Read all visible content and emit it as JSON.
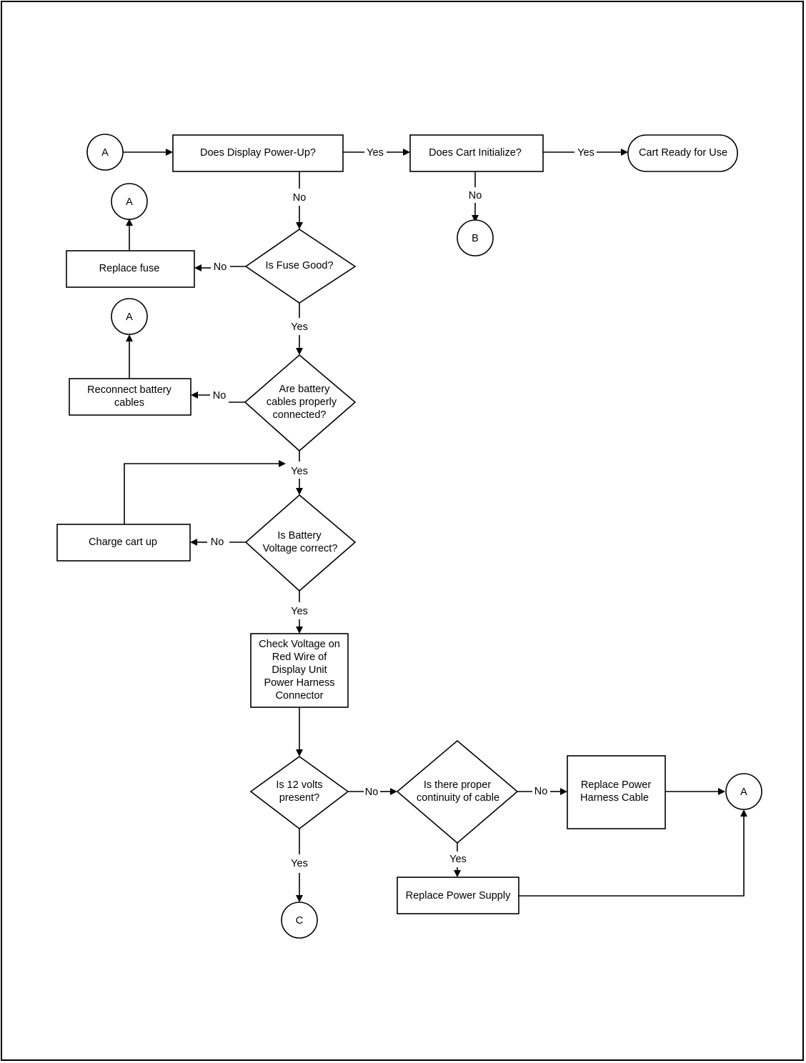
{
  "connectors": {
    "a": "A",
    "b": "B",
    "c": "C"
  },
  "nodes": {
    "display_powerup": "Does Display Power-Up?",
    "cart_initialize": "Does Cart Initialize?",
    "cart_ready": "Cart Ready for Use",
    "fuse_good": "Is Fuse Good?",
    "replace_fuse": "Replace fuse",
    "battery_cables": [
      "Are battery",
      "cables properly",
      "connected?"
    ],
    "reconnect_cables": [
      "Reconnect battery",
      "cables"
    ],
    "battery_voltage": [
      "Is Battery",
      "Voltage correct?"
    ],
    "charge_cart": "Charge cart up",
    "check_voltage": [
      "Check Voltage on",
      "Red Wire  of",
      "Display Unit",
      "Power Harness",
      "Connector"
    ],
    "twelve_volts": [
      "Is  12 volts",
      "present?"
    ],
    "continuity": [
      "Is there proper",
      "continuity of cable"
    ],
    "replace_harness": [
      "Replace Power",
      "Harness Cable"
    ],
    "replace_supply": "Replace Power Supply"
  },
  "edge_labels": {
    "yes": "Yes",
    "no": "No"
  },
  "colors": {
    "line": "#000000",
    "background": "#ffffff"
  }
}
